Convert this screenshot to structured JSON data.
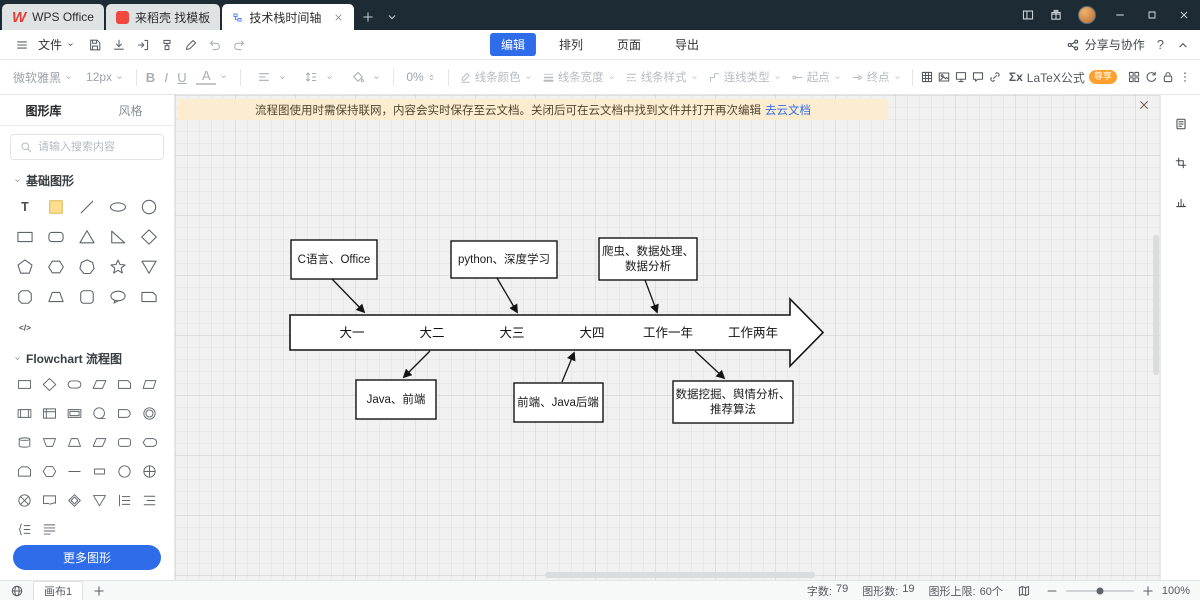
{
  "colors": {
    "accent": "#2f6cea",
    "notice_bg": "#fcecd0",
    "badge": "#ffa02e",
    "titlebar": "#1d2c34"
  },
  "titlebar": {
    "wps_logo": "W",
    "wps_tab": "WPS Office",
    "docer_tab": "来稻壳 找模板",
    "doc_tab": "技术栈时间轴"
  },
  "menubar": {
    "file": "文件",
    "tabs": [
      "编辑",
      "排列",
      "页面",
      "导出"
    ],
    "share": "分享与协作",
    "help": "?"
  },
  "toolbar": {
    "font": "微软雅黑",
    "size": "12px",
    "bold": "B",
    "italic": "I",
    "underline": "U",
    "font_color": "A",
    "opacity": "0%",
    "line_color": "线条颜色",
    "line_width": "线条宽度",
    "line_style": "线条样式",
    "connector": "连线类型",
    "start_point": "起点",
    "end_point": "终点",
    "latex_sigma": "Σx",
    "latex": "LaTeX公式",
    "latex_badge": "尊享"
  },
  "sidebar": {
    "tab_library": "图形库",
    "tab_style": "风格",
    "search_placeholder": "请输入搜索内容",
    "basic_title": "基础图形",
    "flow_title": "Flowchart 流程图",
    "more_button": "更多图形",
    "basic_shapes": [
      "text",
      "note",
      "line",
      "oval-wide",
      "circle",
      "rect",
      "rounded-rect",
      "triangle",
      "right-triangle",
      "diamond",
      "pentagon",
      "hexagon",
      "heptagon",
      "star",
      "triangle-down",
      "octagon",
      "trapezoid",
      "rounded-square",
      "bubble",
      "card",
      "code"
    ],
    "flow_shapes": [
      "rect",
      "diamond",
      "terminator",
      "parallelogram",
      "card",
      "skew-rect",
      "predefined",
      "internal-storage",
      "double-rect",
      "queue",
      "delay",
      "framed-circle",
      "cylinder",
      "trapezoid-down",
      "trapezoid",
      "parallelogram",
      "rounded-rect",
      "display",
      "loop-limit",
      "hexagon",
      "dash",
      "small-rect",
      "circle",
      "or",
      "summing",
      "document",
      "diamond-frame",
      "triangle-down",
      "list-bar",
      "list-indent",
      "list-brace",
      "list-lines"
    ]
  },
  "notice": {
    "text": "流程图使用时需保持联网，内容会实时保存至云文档。关闭后可在云文档中找到文件并打开再次编辑",
    "link": "去云文档"
  },
  "diagram": {
    "stages": [
      "大一",
      "大二",
      "大三",
      "大四",
      "工作一年",
      "工作两年"
    ],
    "top_boxes": [
      [
        "C语言、Office"
      ],
      [
        "python、深度学习"
      ],
      [
        "爬虫、数据处理、",
        "数据分析"
      ]
    ],
    "bottom_boxes": [
      [
        "Java、前端"
      ],
      [
        "前端、Java后端"
      ],
      [
        "数据挖掘、舆情分析、",
        "推荐算法"
      ]
    ]
  },
  "statusbar": {
    "canvas_tab": "画布1",
    "words_label": "字数:",
    "words": "79",
    "shapes_label": "图形数:",
    "shapes": "19",
    "limit_label": "图形上限:",
    "limit": "60个",
    "zoom": "100%"
  }
}
